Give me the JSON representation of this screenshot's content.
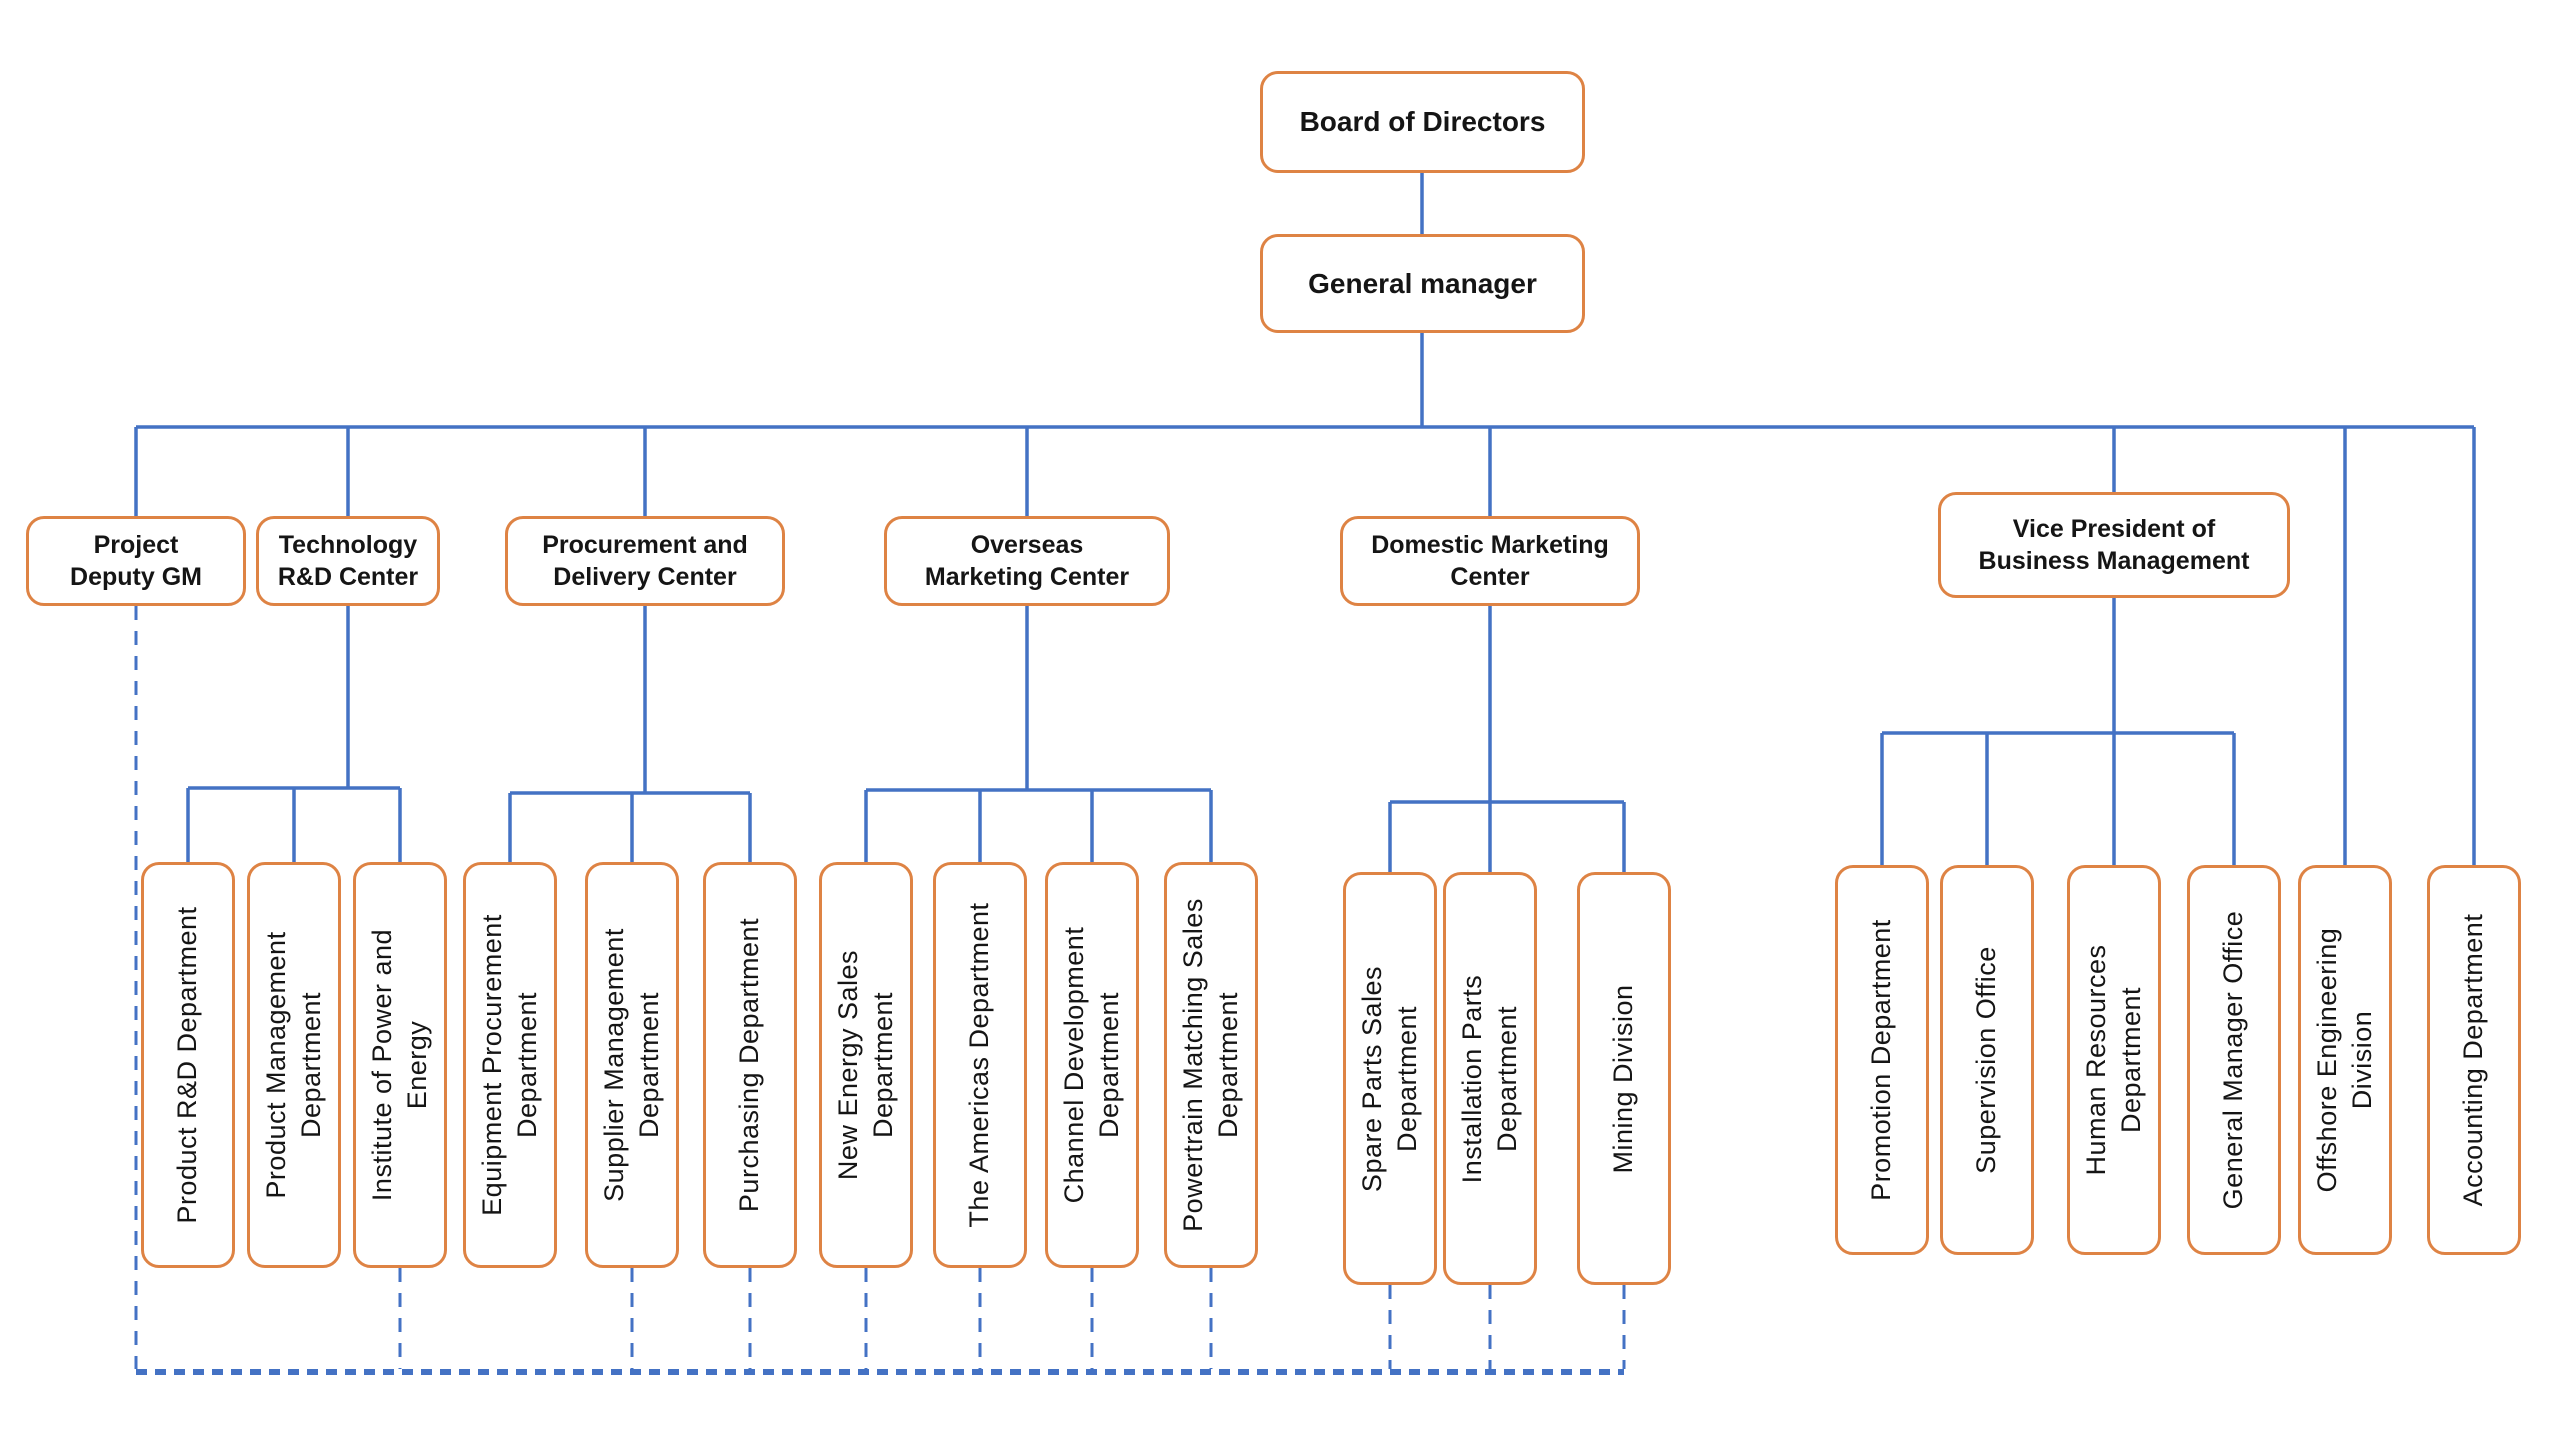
{
  "diagram": {
    "type": "organization-chart",
    "connector_color": "#4472C4",
    "box_border_color": "#DE8344",
    "nodes": {
      "board": {
        "label": "Board of Directors"
      },
      "general_manager": {
        "label": "General manager"
      },
      "project_deputy_gm": {
        "label": "Project\nDeputy GM"
      },
      "technology_rd_center": {
        "label": "Technology\nR&D Center"
      },
      "procurement_delivery_center": {
        "label": "Procurement and\nDelivery Center"
      },
      "overseas_marketing_center": {
        "label": "Overseas\nMarketing Center"
      },
      "domestic_marketing_center": {
        "label": "Domestic Marketing\nCenter"
      },
      "vp_business_management": {
        "label": "Vice President of\nBusiness Management"
      },
      "product_rd": {
        "label": "Product R&D Department"
      },
      "product_management": {
        "label": "Product Management\nDepartment"
      },
      "institute_power_energy": {
        "label": "Institute of Power and\nEnergy"
      },
      "equipment_procurement": {
        "label": "Equipment Procurement\nDepartment"
      },
      "supplier_management": {
        "label": "Supplier Management\nDepartment"
      },
      "purchasing": {
        "label": "Purchasing Department"
      },
      "new_energy_sales": {
        "label": "New Energy Sales\nDepartment"
      },
      "americas": {
        "label": "The Americas Department"
      },
      "channel_development": {
        "label": "Channel Development\nDepartment"
      },
      "powertrain_matching_sales": {
        "label": "Powertrain Matching Sales\nDepartment"
      },
      "spare_parts_sales": {
        "label": "Spare Parts Sales\nDepartment"
      },
      "installation_parts": {
        "label": "Installation Parts\nDepartment"
      },
      "mining_division": {
        "label": "Mining Division"
      },
      "promotion": {
        "label": "Promotion Department"
      },
      "supervision_office": {
        "label": "Supervision Office"
      },
      "human_resources": {
        "label": "Human Resources\nDepartment"
      },
      "general_manager_office": {
        "label": "General Manager Office"
      },
      "offshore_engineering": {
        "label": "Offshore Engineering\nDivision"
      },
      "accounting": {
        "label": "Accounting Department"
      }
    },
    "hierarchy": [
      {
        "parent": "Board of Directors",
        "style": "solid",
        "children": [
          "General manager"
        ]
      },
      {
        "parent": "General manager",
        "style": "solid",
        "children": [
          "Project Deputy GM",
          "Technology R&D Center",
          "Procurement and Delivery Center",
          "Overseas Marketing Center",
          "Domestic Marketing Center",
          "Vice President of Business Management",
          "Offshore Engineering Division",
          "Accounting Department"
        ]
      },
      {
        "parent": "Technology R&D Center",
        "style": "solid",
        "children": [
          "Product R&D Department",
          "Product Management Department",
          "Institute of Power and Energy"
        ]
      },
      {
        "parent": "Procurement and Delivery Center",
        "style": "solid",
        "children": [
          "Equipment Procurement Department",
          "Supplier Management Department",
          "Purchasing Department"
        ]
      },
      {
        "parent": "Overseas Marketing Center",
        "style": "solid",
        "children": [
          "New Energy Sales Department",
          "The Americas Department",
          "Channel Development Department",
          "Powertrain Matching Sales Department"
        ]
      },
      {
        "parent": "Domestic Marketing Center",
        "style": "solid",
        "children": [
          "Spare Parts Sales Department",
          "Installation Parts Department",
          "Mining Division"
        ]
      },
      {
        "parent": "Vice President of Business Management",
        "style": "solid",
        "children": [
          "Promotion Department",
          "Supervision Office",
          "Human Resources Department",
          "General Manager Office"
        ]
      },
      {
        "parent": "Project Deputy GM",
        "style": "dashed",
        "children": [
          "Institute of Power and Energy",
          "Supplier Management Department",
          "Purchasing Department",
          "New Energy Sales Department",
          "The Americas Department",
          "Channel Development Department",
          "Powertrain Matching Sales Department",
          "Spare Parts Sales Department",
          "Installation Parts Department",
          "Mining Division"
        ]
      }
    ]
  }
}
